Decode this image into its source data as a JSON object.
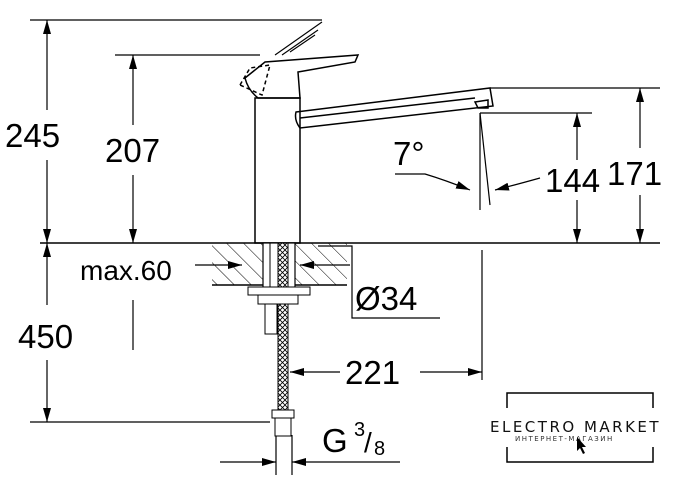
{
  "drawing": {
    "dimensions": {
      "total_height": "245",
      "lever_height": "207",
      "spout_outer_height": "171",
      "spout_outlet_height": "144",
      "spout_angle": "7°",
      "max_countertop": "max.60",
      "hole_diameter": "Ø34",
      "hose_length": "450",
      "spout_reach": "221",
      "connection_thread": "G",
      "thread_num": "3",
      "thread_den": "8"
    },
    "colors": {
      "line": "#000000",
      "background": "#ffffff"
    }
  },
  "watermark": {
    "title": "ELECTRO MARKET",
    "subtitle": "ИНТЕРНЕТ-МАГАЗИН"
  }
}
